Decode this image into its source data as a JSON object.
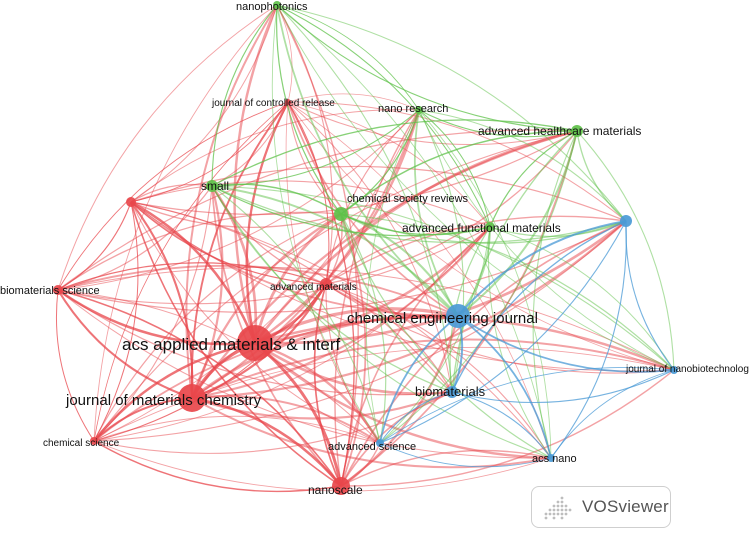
{
  "colors": {
    "cluster1": "#e8464b",
    "cluster2": "#5fc14a",
    "cluster3": "#4a9ad6"
  },
  "nodes": [
    {
      "id": "acs",
      "label": "acs applied materials & interf",
      "cluster": 1
    },
    {
      "id": "jmc",
      "label": "journal of materials chemistry",
      "cluster": 1
    },
    {
      "id": "nanoscale",
      "label": "nanoscale",
      "cluster": 1
    },
    {
      "id": "advmat",
      "label": "advanced materials",
      "cluster": 1
    },
    {
      "id": "biosci",
      "label": "biomaterials science",
      "cluster": 1
    },
    {
      "id": "chemsci",
      "label": "chemical science",
      "cluster": 1
    },
    {
      "id": "jcr",
      "label": "journal of controlled release",
      "cluster": 1
    },
    {
      "id": "red_unl",
      "label": "",
      "cluster": 1
    },
    {
      "id": "csr",
      "label": "chemical society reviews",
      "cluster": 2
    },
    {
      "id": "small",
      "label": "small",
      "cluster": 2
    },
    {
      "id": "nanophot",
      "label": "nanophotonics",
      "cluster": 2
    },
    {
      "id": "nanores",
      "label": "nano research",
      "cluster": 2
    },
    {
      "id": "ahm",
      "label": "advanced healthcare materials",
      "cluster": 2
    },
    {
      "id": "afm",
      "label": "advanced functional materials",
      "cluster": 2
    },
    {
      "id": "cej",
      "label": "chemical engineering journal",
      "cluster": 3
    },
    {
      "id": "biomat",
      "label": "biomaterials",
      "cluster": 3
    },
    {
      "id": "advsci",
      "label": "advanced science",
      "cluster": 3
    },
    {
      "id": "acsnano",
      "label": "acs nano",
      "cluster": 3
    },
    {
      "id": "jnb",
      "label": "journal of nanobiotechnology",
      "cluster": 3
    },
    {
      "id": "blue_unl",
      "label": "",
      "cluster": 3
    }
  ],
  "logo": {
    "text": "VOSviewer",
    "icon": "vosviewer-dot-logo-icon"
  }
}
